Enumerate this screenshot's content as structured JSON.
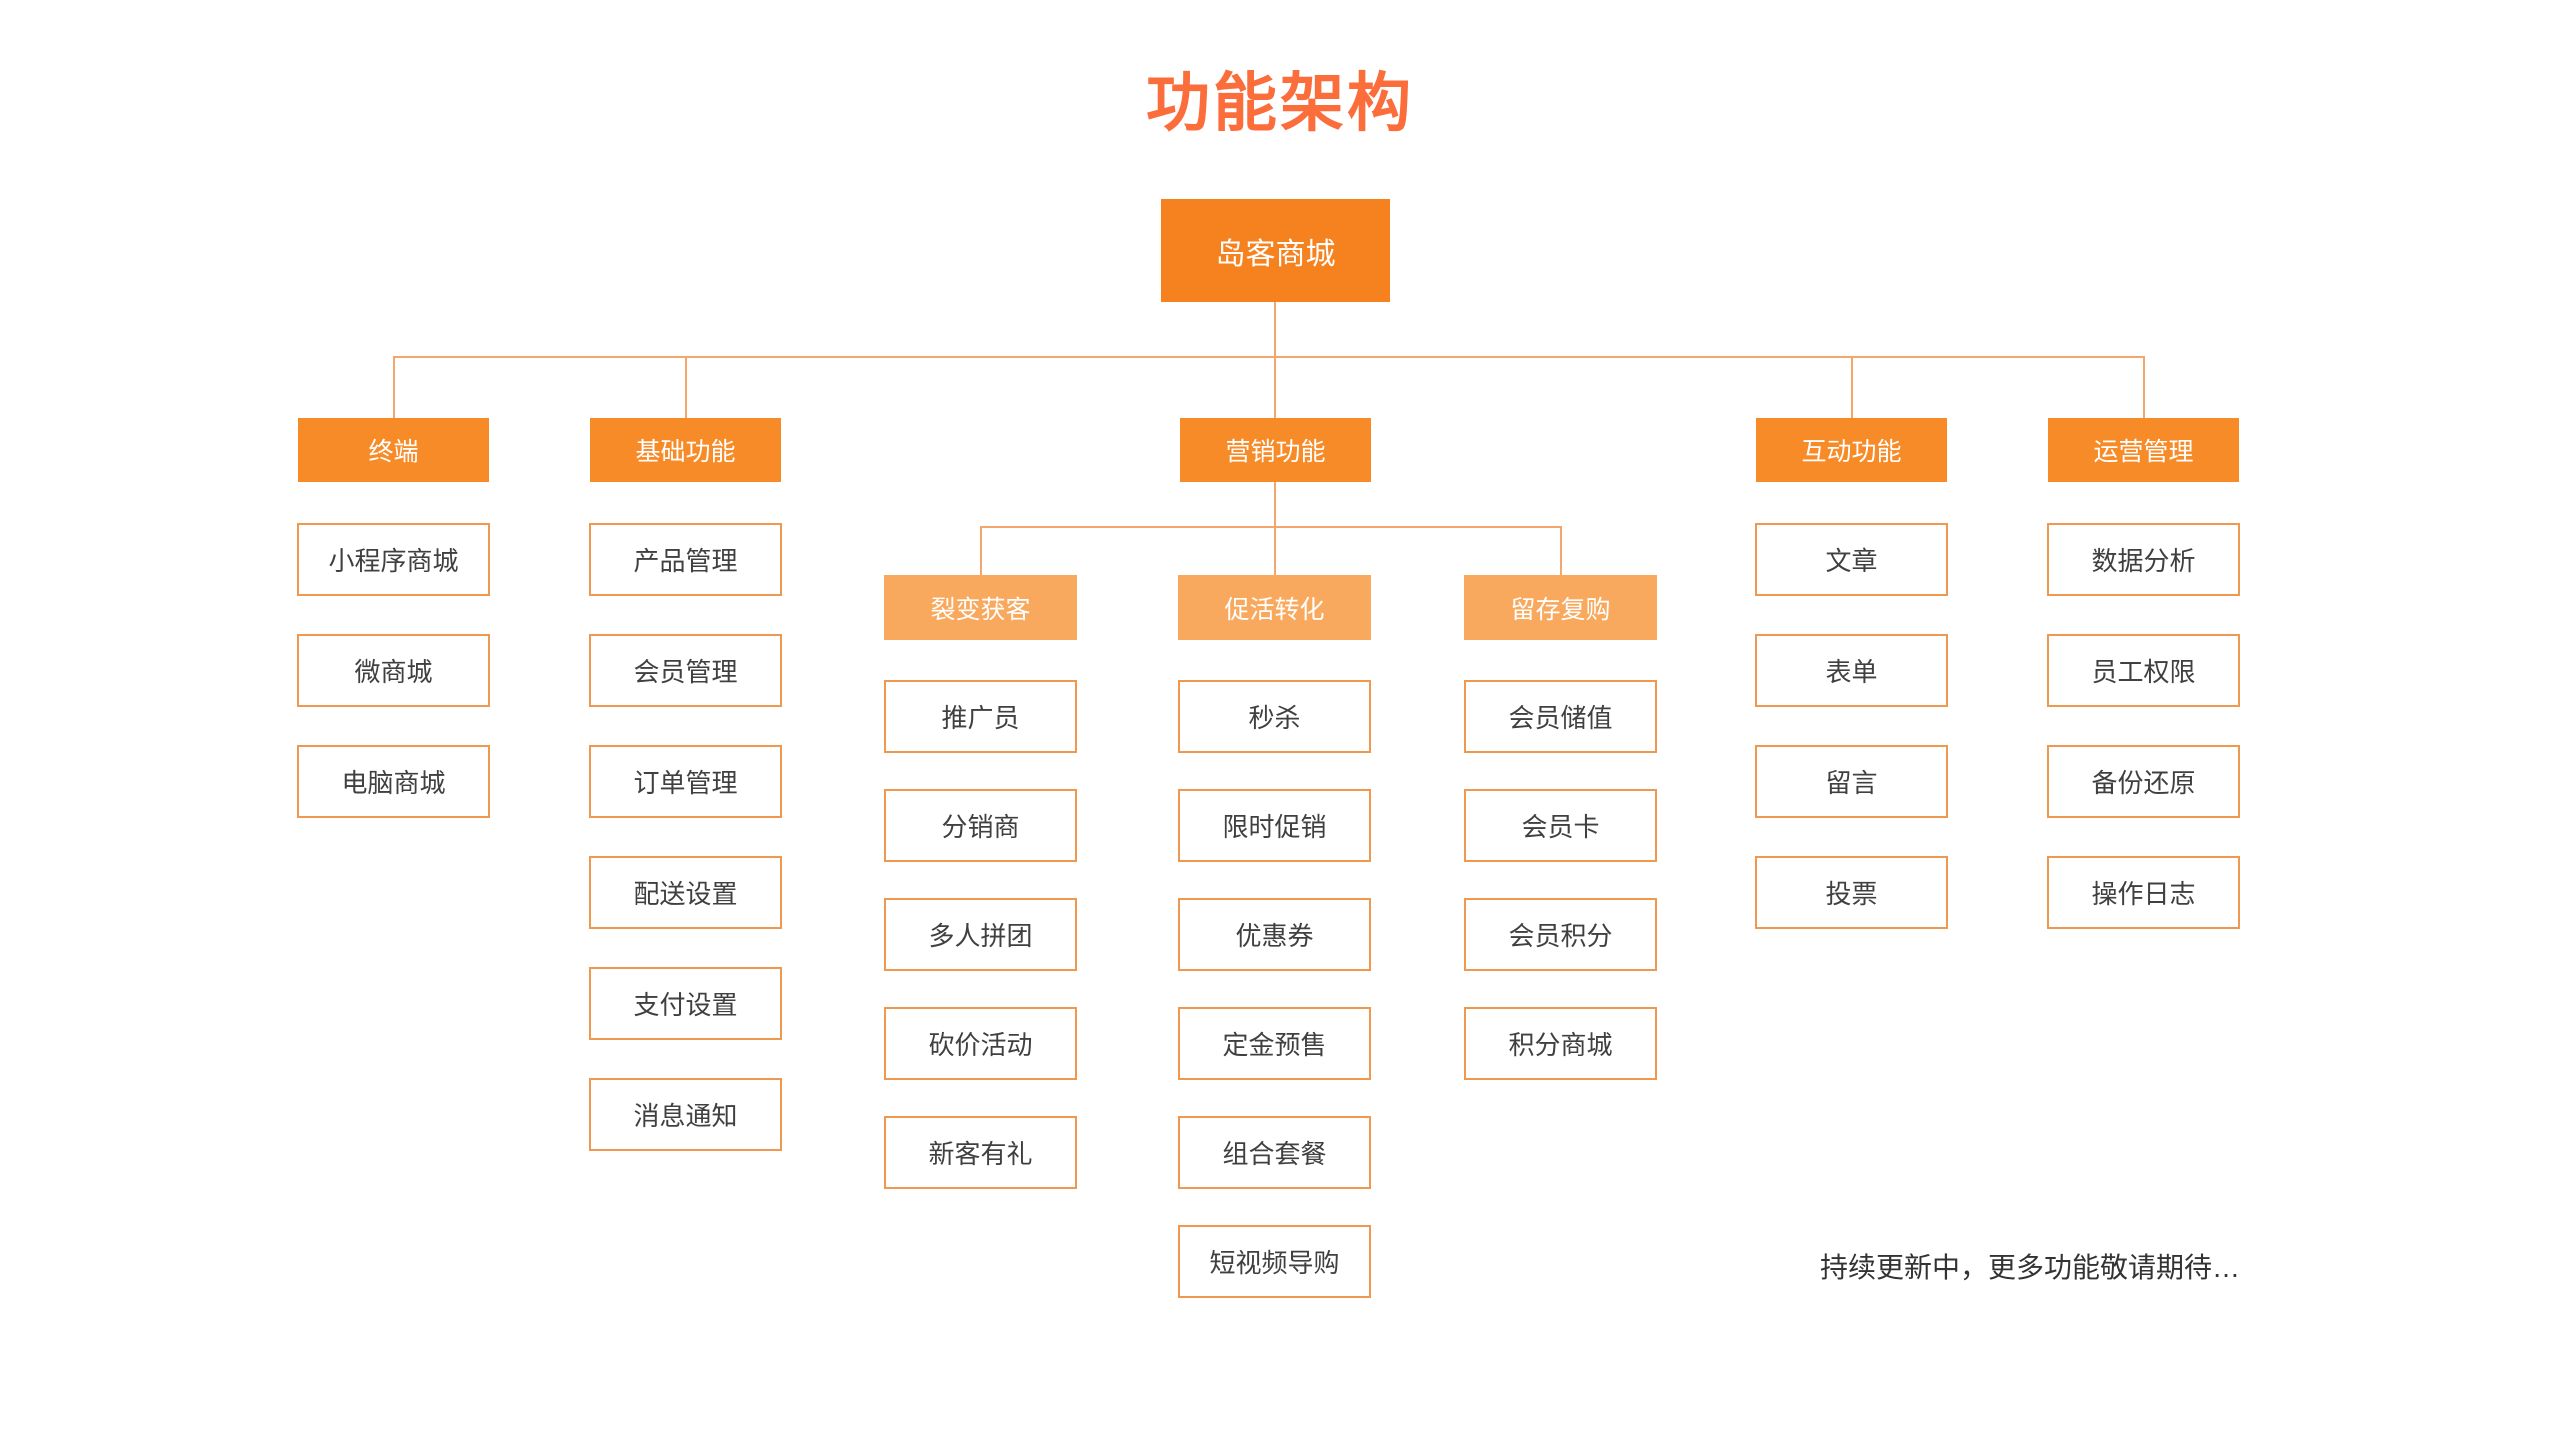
{
  "title": "功能架构",
  "root": {
    "label": "岛客商城"
  },
  "footer_note": "持续更新中，更多功能敬请期待…",
  "colors": {
    "title_text": "#fb6d3b",
    "root_fill": "#f6821f",
    "branch_fill": "#f78b28",
    "subgroup_fill": "#f9a95e",
    "leaf_border": "#ef9950",
    "connector_line": "#f3a76d",
    "leaf_text": "#404040"
  },
  "branches": [
    {
      "label": "终端",
      "children": [
        "小程序商城",
        "微商城",
        "电脑商城"
      ]
    },
    {
      "label": "基础功能",
      "children": [
        "产品管理",
        "会员管理",
        "订单管理",
        "配送设置",
        "支付设置",
        "消息通知"
      ]
    },
    {
      "label": "营销功能",
      "subgroups": [
        {
          "label": "裂变获客",
          "children": [
            "推广员",
            "分销商",
            "多人拼团",
            "砍价活动",
            "新客有礼"
          ]
        },
        {
          "label": "促活转化",
          "children": [
            "秒杀",
            "限时促销",
            "优惠券",
            "定金预售",
            "组合套餐",
            "短视频导购"
          ]
        },
        {
          "label": "留存复购",
          "children": [
            "会员储值",
            "会员卡",
            "会员积分",
            "积分商城"
          ]
        }
      ]
    },
    {
      "label": "互动功能",
      "children": [
        "文章",
        "表单",
        "留言",
        "投票"
      ]
    },
    {
      "label": "运营管理",
      "children": [
        "数据分析",
        "员工权限",
        "备份还原",
        "操作日志"
      ]
    }
  ]
}
